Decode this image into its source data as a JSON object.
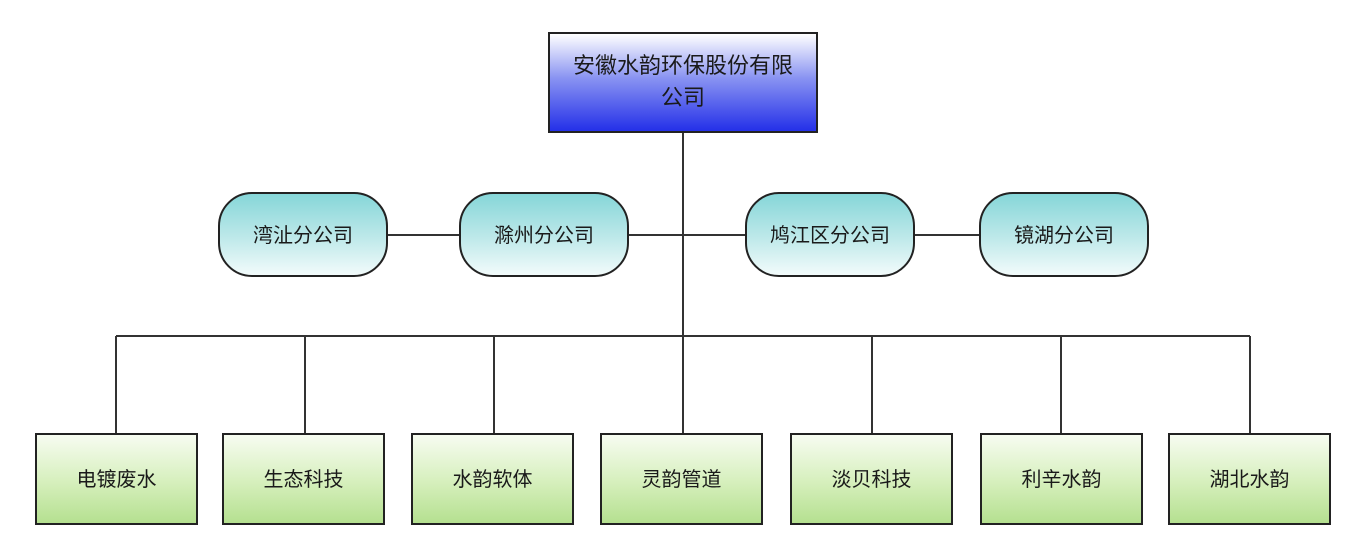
{
  "diagram": {
    "root": {
      "label": "安徽水韵环保股份有限公司"
    },
    "branches": [
      {
        "label": "湾沚分公司"
      },
      {
        "label": "滁州分公司"
      },
      {
        "label": "鸠江区分公司"
      },
      {
        "label": "镜湖分公司"
      }
    ],
    "subsidiaries": [
      {
        "label": "电镀废水"
      },
      {
        "label": "生态科技"
      },
      {
        "label": "水韵软体"
      },
      {
        "label": "灵韵管道"
      },
      {
        "label": "淡贝科技"
      },
      {
        "label": "利辛水韵"
      },
      {
        "label": "湖北水韵"
      }
    ],
    "colors": {
      "line": "#333333",
      "root_gradient": [
        "#ffffff",
        "#2430e8"
      ],
      "branch_gradient": [
        "#86d6d8",
        "#f2fbfb"
      ],
      "sub_gradient": [
        "#f7fcf1",
        "#b5e090"
      ]
    }
  }
}
